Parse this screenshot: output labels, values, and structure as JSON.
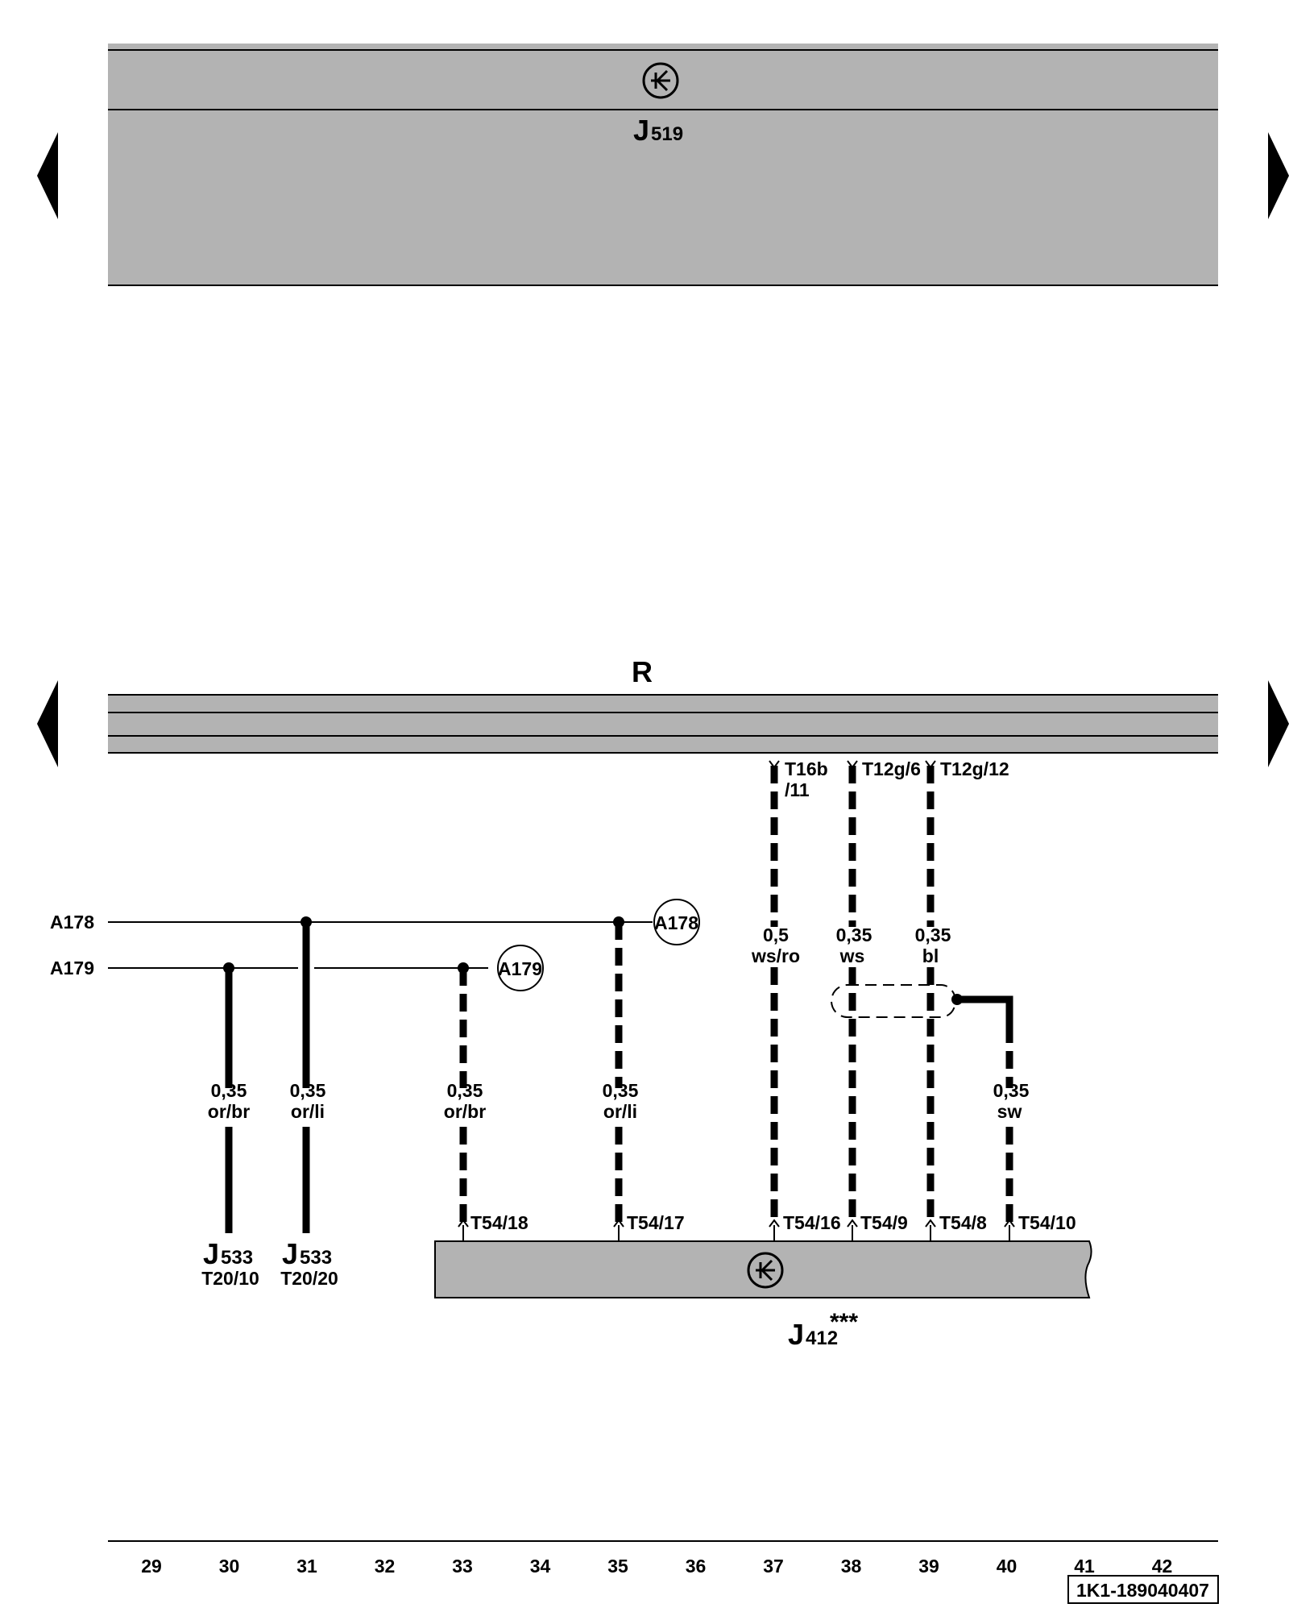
{
  "modules": {
    "j519": {
      "letter": "J",
      "number": "519"
    },
    "r": {
      "label": "R"
    },
    "j412": {
      "letter": "J",
      "number": "412",
      "mark": "***"
    },
    "j533_a": {
      "letter": "J",
      "number": "533",
      "pin": "T20/10"
    },
    "j533_b": {
      "letter": "J",
      "number": "533",
      "pin": "T20/20"
    }
  },
  "buses": {
    "a178": "A178",
    "a179": "A179",
    "ref_a178": "A178",
    "ref_a179": "A179"
  },
  "top_connectors": [
    {
      "id": "t16b",
      "line1": "T16b",
      "line2": "/11"
    },
    {
      "id": "t12g6",
      "line1": "T12g/6",
      "line2": ""
    },
    {
      "id": "t12g12",
      "line1": "T12g/12",
      "line2": ""
    }
  ],
  "wires": [
    {
      "id": "w30",
      "size": "0,35",
      "color": "or/br"
    },
    {
      "id": "w31",
      "size": "0,35",
      "color": "or/li"
    },
    {
      "id": "w33",
      "size": "0,35",
      "color": "or/br"
    },
    {
      "id": "w35",
      "size": "0,35",
      "color": "or/li"
    },
    {
      "id": "w37",
      "size": "0,5",
      "color": "ws/ro"
    },
    {
      "id": "w38",
      "size": "0,35",
      "color": "ws"
    },
    {
      "id": "w39",
      "size": "0,35",
      "color": "bl"
    },
    {
      "id": "w40",
      "size": "0,35",
      "color": "sw"
    }
  ],
  "bottom_pins": [
    "T54/18",
    "T54/17",
    "T54/16",
    "T54/9",
    "T54/8",
    "T54/10"
  ],
  "columns": [
    "29",
    "30",
    "31",
    "32",
    "33",
    "34",
    "35",
    "36",
    "37",
    "38",
    "39",
    "40",
    "41",
    "42"
  ],
  "doc_id": "1K1-189040407",
  "colors": {
    "module_fill": "#b3b3b3",
    "line": "#000000"
  }
}
